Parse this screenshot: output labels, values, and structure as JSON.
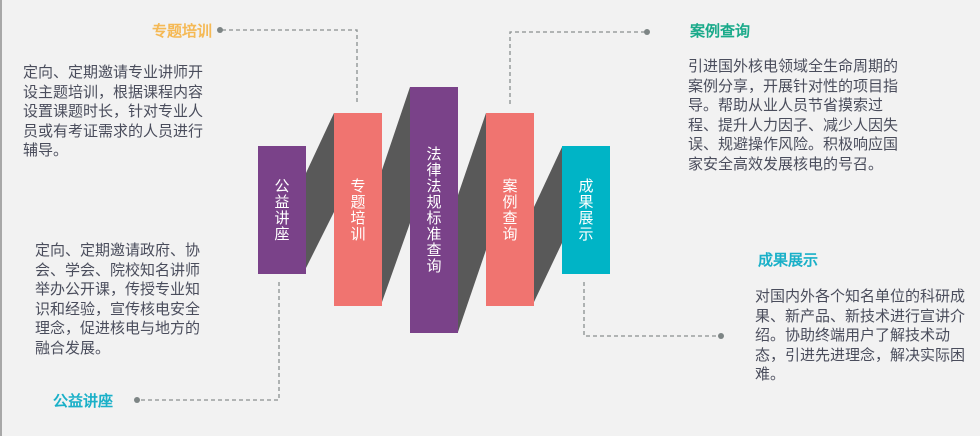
{
  "colors": {
    "purple": "#7a4289",
    "coral": "#f07470",
    "cyan": "#00b4c6",
    "connector": "#595959",
    "orange": "#f5b955",
    "green": "#1aaa8a",
    "teal": "#1ab0c8"
  },
  "bars": [
    {
      "label": "公益讲座"
    },
    {
      "label": "专题培训"
    },
    {
      "label": "法律法规标准查询"
    },
    {
      "label": "案例查询"
    },
    {
      "label": "成果展示"
    }
  ],
  "sections": {
    "training": {
      "title": "专题培训",
      "text": "定向、定期邀请专业讲师开设主题培训，根据课程内容设置课题时长，针对专业人员或有考证需求的人员进行辅导。"
    },
    "lecture": {
      "title": "公益讲座",
      "text": "定向、定期邀请政府、协会、学会、院校知名讲师举办公开课，传授专业知识和经验，宣传核电安全理念，促进核电与地方的融合发展。"
    },
    "cases": {
      "title": "案例查询",
      "text": "引进国外核电领域全生命周期的案例分享，开展针对性的项目指导。帮助从业人员节省摸索过程、提升人力因子、减少人因失误、规避操作风险。积极响应国家安全高效发展核电的号召。"
    },
    "results": {
      "title": "成果展示",
      "text": "对国内外各个知名单位的科研成果、新产品、新技术进行宣讲介绍。协助终端用户了解技术动态，引进先进理念，解决实际困难。"
    }
  }
}
